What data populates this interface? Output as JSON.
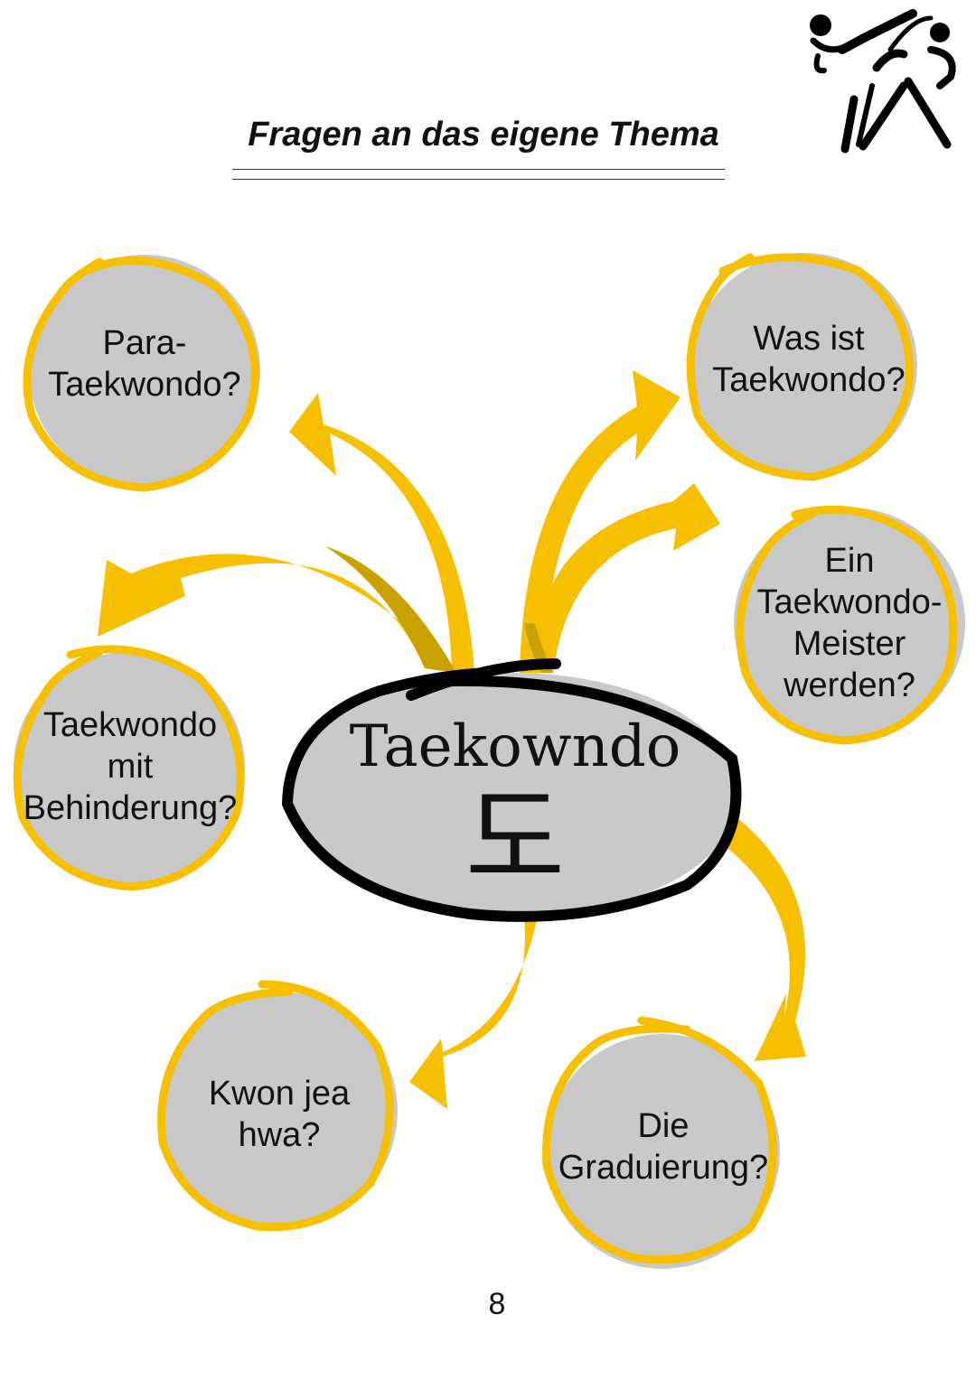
{
  "header": {
    "title": "Fragen an das eigene Thema",
    "logo_icon": "taekwondo-fighters-icon"
  },
  "center": {
    "label": "Taekowndo",
    "glyph": "도"
  },
  "bubbles": [
    {
      "id": "para",
      "text": "Para-\nTaekwondo?"
    },
    {
      "id": "was-ist",
      "text": "Was ist\nTaekwondo?"
    },
    {
      "id": "meister",
      "text": "Ein\nTaekwondo-\nMeister\nwerden?"
    },
    {
      "id": "behinderung",
      "text": "Taekwondo\nmit\nBehinderung?"
    },
    {
      "id": "kwon",
      "text": "Kwon jea\nhwa?"
    },
    {
      "id": "graduierung",
      "text": "Die\nGraduierung?"
    }
  ],
  "footer": {
    "page_number": "8"
  },
  "colors": {
    "bubble_fill": "#c9c9c9",
    "bubble_outline": "#f6c000",
    "arrow": "#f6c000",
    "arrow_shadow": "#c9a200",
    "center_outline": "#000000"
  }
}
